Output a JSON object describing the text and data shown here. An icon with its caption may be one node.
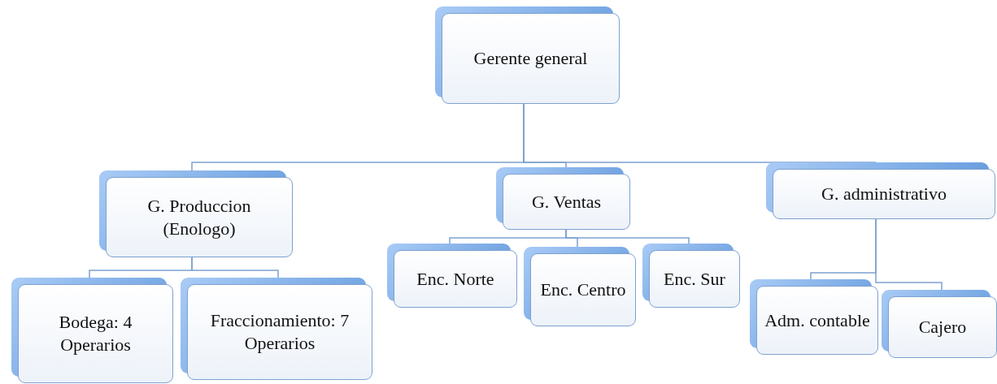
{
  "diagram": {
    "nodes": [
      {
        "text": [
          "Gerente general"
        ]
      },
      {
        "text": [
          "G. Produccion (Enologo)"
        ]
      },
      {
        "text": [
          "G. Ventas"
        ]
      },
      {
        "text": [
          "G. administrativo"
        ]
      },
      {
        "text": [
          "Enc. Norte"
        ]
      },
      {
        "text": [
          "Enc. Centro"
        ]
      },
      {
        "text": [
          "Enc. Sur"
        ]
      },
      {
        "text": [
          "Bodega: 4 Operarios"
        ]
      },
      {
        "text": [
          "Fraccionamiento: 7 Operarios"
        ]
      },
      {
        "text": [
          "Adm. contable"
        ]
      },
      {
        "text": [
          "Cajero"
        ]
      }
    ],
    "edges": [
      {
        "from": 0,
        "to": 1,
        "arrow": "none"
      },
      {
        "from": 0,
        "to": 2,
        "arrow": "none"
      },
      {
        "from": 0,
        "to": 3,
        "arrow": "none"
      },
      {
        "from": 2,
        "to": 4,
        "arrow": "none"
      },
      {
        "from": 2,
        "to": 5,
        "arrow": "none"
      },
      {
        "from": 2,
        "to": 6,
        "arrow": "none"
      },
      {
        "from": 1,
        "to": 7,
        "arrow": "none"
      },
      {
        "from": 1,
        "to": 8,
        "arrow": "none"
      },
      {
        "from": 3,
        "to": 9,
        "arrow": "none"
      },
      {
        "from": 3,
        "to": 10,
        "arrow": "none"
      }
    ]
  }
}
